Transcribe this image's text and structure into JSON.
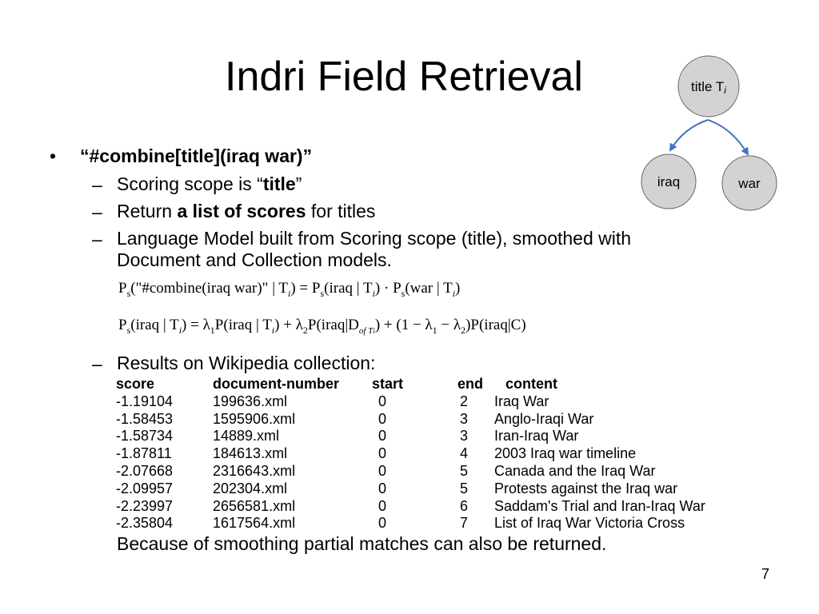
{
  "slide": {
    "title": "Indri Field Retrieval",
    "page_number": "7"
  },
  "diagram": {
    "root_label": "title T",
    "root_subscript": "i",
    "child_left": "iraq",
    "child_right": "war",
    "node_fill": "#d3d3d3",
    "arrow_color": "#4472c4"
  },
  "bullet": {
    "marker": "•",
    "query": "“#combine[title](iraq war)”"
  },
  "subs": {
    "dash": "–",
    "scope_pre": "Scoring scope is “",
    "scope_bold": "title",
    "scope_post": "”",
    "return_pre": "Return ",
    "return_bold": "a list of scores",
    "return_post": " for titles",
    "lm_line1": "Language Model built from Scoring scope (title), smoothed with",
    "lm_line2": "Document and Collection models.",
    "results": "Results on Wikipedia collection:",
    "because": "Because of smoothing partial matches can also be returned."
  },
  "equations": {
    "eq1": {
      "P": "P",
      "s": "s",
      "query_text": "(\"#combine(iraq war)\" | T",
      "i": "i",
      "close_eq": ") = P",
      "iraq_part": "(iraq | T",
      "close_dot": ") · P",
      "war_part": "(war | T",
      "close": ")"
    },
    "eq2": {
      "lhs": "(iraq | T",
      "mid1": ") = λ",
      "one": "1",
      "p1": "P(iraq | T",
      "mid2": ") + λ",
      "two": "2",
      "p2": "P(iraq|D",
      "ofT": "of T",
      "mid3": ") + (1 − λ",
      "mid4": " − λ",
      "tail": ")P(iraq|C)"
    }
  },
  "results_table": {
    "headers": [
      "score",
      "document-number",
      "start",
      "end",
      "content"
    ],
    "rows": [
      [
        "-1.19104",
        "199636.xml",
        "0",
        "2",
        "Iraq War"
      ],
      [
        "-1.58453",
        "1595906.xml",
        "0",
        "3",
        "Anglo-Iraqi War"
      ],
      [
        "-1.58734",
        "14889.xml",
        "0",
        "3",
        "Iran-Iraq War"
      ],
      [
        "-1.87811",
        "184613.xml",
        "0",
        "4",
        "2003 Iraq war timeline"
      ],
      [
        "-2.07668",
        "2316643.xml",
        "0",
        "5",
        "Canada and the Iraq War"
      ],
      [
        "-2.09957",
        "202304.xml",
        "0",
        "5",
        "Protests against the Iraq war"
      ],
      [
        "-2.23997",
        "2656581.xml",
        "0",
        "6",
        "Saddam's Trial and Iran-Iraq War"
      ],
      [
        "-2.35804",
        "1617564.xml",
        "0",
        "7",
        "List of Iraq War Victoria Cross"
      ]
    ]
  }
}
